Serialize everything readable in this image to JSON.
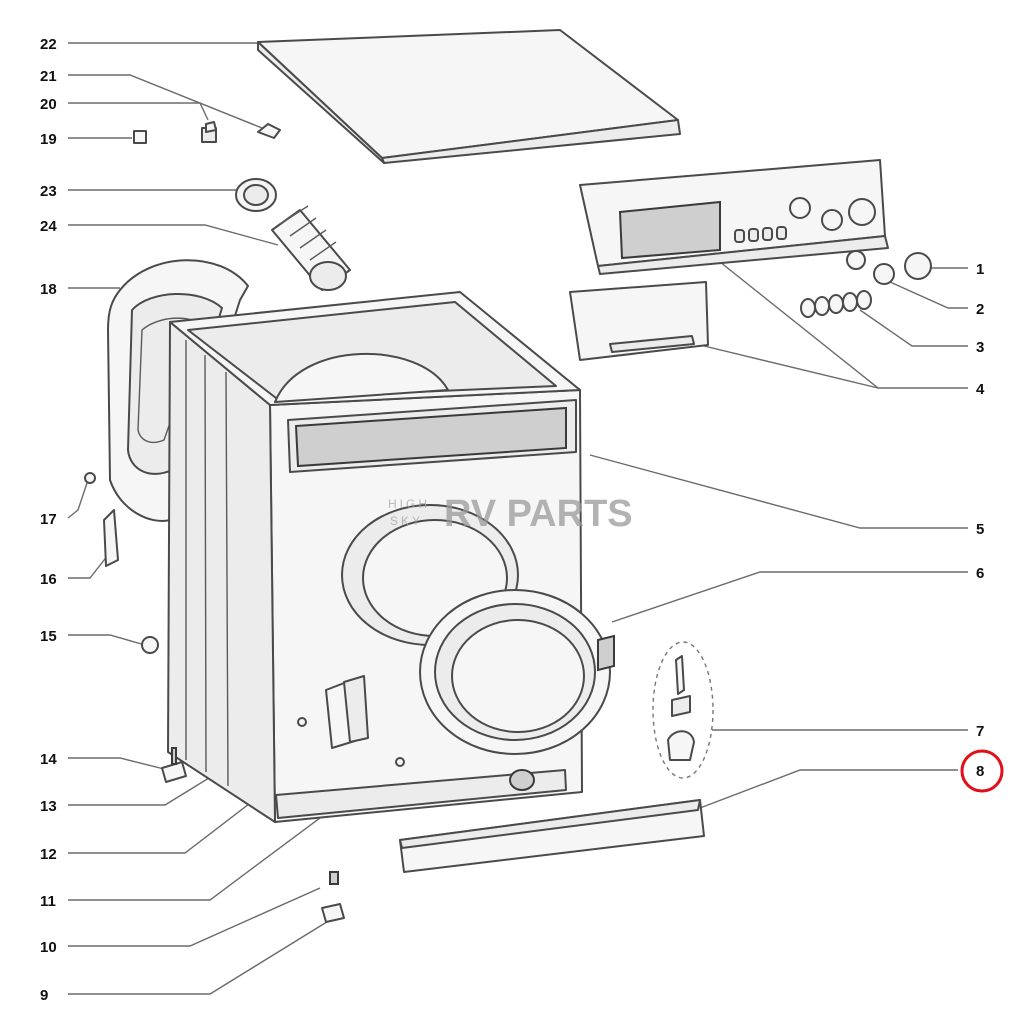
{
  "diagram": {
    "watermark": {
      "line1": "HIGH",
      "line2": "SKY",
      "brand": "RV PARTS"
    },
    "highlight_color": "#e0101a",
    "highlighted_callout": "8",
    "callouts": {
      "c1": "1",
      "c2": "2",
      "c3": "3",
      "c4": "4",
      "c5": "5",
      "c6": "6",
      "c7": "7",
      "c8": "8",
      "c9": "9",
      "c10": "10",
      "c11": "11",
      "c12": "12",
      "c13": "13",
      "c14": "14",
      "c15": "15",
      "c16": "16",
      "c17": "17",
      "c18": "18",
      "c19": "19",
      "c20": "20",
      "c21": "21",
      "c22": "22",
      "c23": "23",
      "c24": "24"
    }
  }
}
